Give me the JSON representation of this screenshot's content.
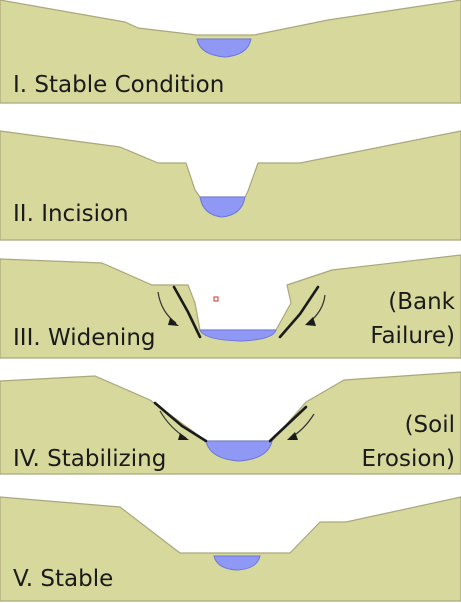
{
  "colors": {
    "ground": "#d7d89c",
    "ground_edge": "#aaa77b",
    "water": "#8f98f5",
    "water_edge": "#6d78d8",
    "slip_line": "#1b1b1b",
    "arrow": "#333333",
    "background": "#ffffff"
  },
  "panels": [
    {
      "id": "stable-condition",
      "label": "I. Stable Condition",
      "note": []
    },
    {
      "id": "incision",
      "label": "II. Incision",
      "note": []
    },
    {
      "id": "widening",
      "label": "III. Widening",
      "note": [
        "(Bank",
        "Failure)"
      ]
    },
    {
      "id": "stabilizing",
      "label": "IV. Stabilizing",
      "note": [
        "(Soil",
        "Erosion)"
      ]
    },
    {
      "id": "stable",
      "label": "V. Stable",
      "note": []
    }
  ]
}
